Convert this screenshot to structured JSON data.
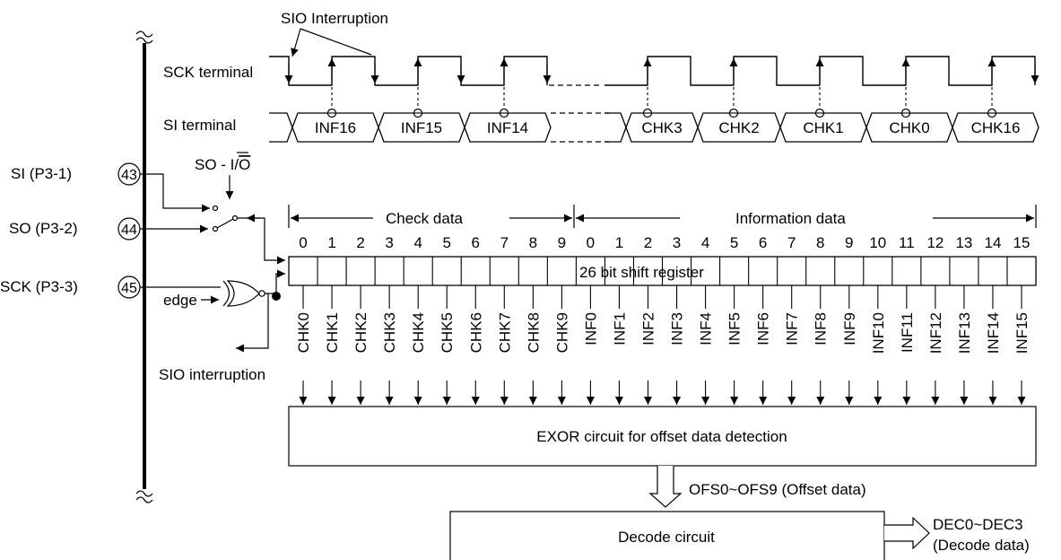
{
  "timing": {
    "sio_interrupt_label": "SIO Interruption",
    "sck_terminal_label": "SCK terminal",
    "si_terminal_label": "SI terminal",
    "si_bits_left": [
      "INF16",
      "INF15",
      "INF14"
    ],
    "si_bits_right": [
      "CHK3",
      "CHK2",
      "CHK1",
      "CHK0",
      "CHK16"
    ]
  },
  "pins": [
    {
      "label": "SI (P3-1)",
      "number": "43"
    },
    {
      "label": "SO (P3-2)",
      "number": "44"
    },
    {
      "label": "SCK (P3-3)",
      "number": "45"
    }
  ],
  "so_io_label": "SO - I/O",
  "so_io_prefix": "SO - I/",
  "so_io_bar": "O",
  "edge_label": "edge",
  "sio_interruption_label": "SIO interruption",
  "register": {
    "check_label": "Check data",
    "info_label": "Information data",
    "check_indices": [
      "0",
      "1",
      "2",
      "3",
      "4",
      "5",
      "6",
      "7",
      "8",
      "9"
    ],
    "info_indices": [
      "0",
      "1",
      "2",
      "3",
      "4",
      "5",
      "6",
      "7",
      "8",
      "9",
      "10",
      "11",
      "12",
      "13",
      "14",
      "15"
    ],
    "register_label": "26 bit shift register",
    "outputs": [
      "CHK0",
      "CHK1",
      "CHK2",
      "CHK3",
      "CHK4",
      "CHK5",
      "CHK6",
      "CHK7",
      "CHK8",
      "CHK9",
      "INF0",
      "INF1",
      "INF2",
      "INF3",
      "INF4",
      "INF5",
      "INF6",
      "INF7",
      "INF8",
      "INF9",
      "INF10",
      "INF11",
      "INF12",
      "INF13",
      "INF14",
      "INF15"
    ]
  },
  "exor_label": "EXOR circuit for offset data detection",
  "offset_label": "OFS0~OFS9 (Offset data)",
  "decode_label": "Decode circuit",
  "dec_label_line1": "DEC0~DEC3",
  "dec_label_line2": "(Decode data)"
}
